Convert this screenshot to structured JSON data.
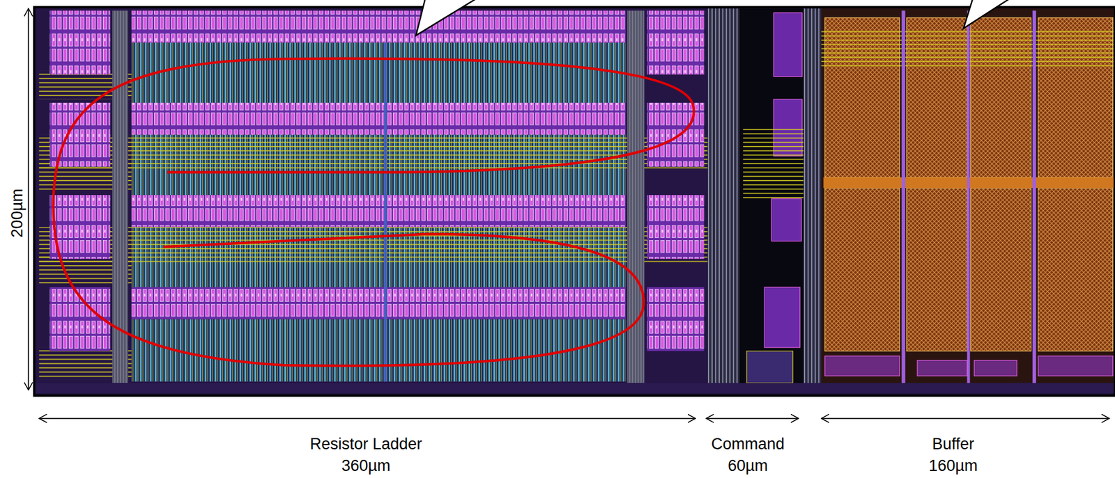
{
  "diagram": {
    "labels": [
      "200µm",
      "Resistor Ladder",
      "360µm",
      "Command",
      "60µm",
      "Buffer",
      "160µm"
    ]
  }
}
